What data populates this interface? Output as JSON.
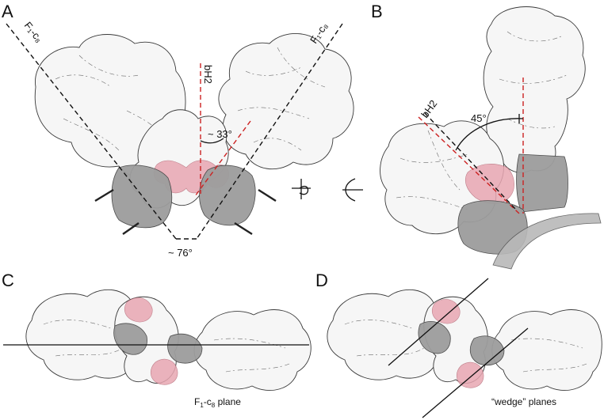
{
  "panels": {
    "A": {
      "label": "A",
      "line_left": "F₁-c₈",
      "line_right": "F₁-c₈",
      "helix": "bH2",
      "angle_small": "~ 33°",
      "angle_large": "~ 76°"
    },
    "B": {
      "label": "B",
      "helix": "bH2",
      "angle": "45°"
    },
    "C": {
      "label": "C",
      "caption_main": "F",
      "caption_sub1": "1",
      "caption_mid": "-c",
      "caption_sub2": "8",
      "caption_tail": " plane"
    },
    "D": {
      "label": "D",
      "caption": "“wedge” planes"
    }
  },
  "colors": {
    "protein_fill": "#f6f6f6",
    "membrane_domain": "#9d9d9d",
    "peripheral_stalk": "#e8a7b2",
    "axis_black": "#111111",
    "axis_red": "#cc2222"
  }
}
